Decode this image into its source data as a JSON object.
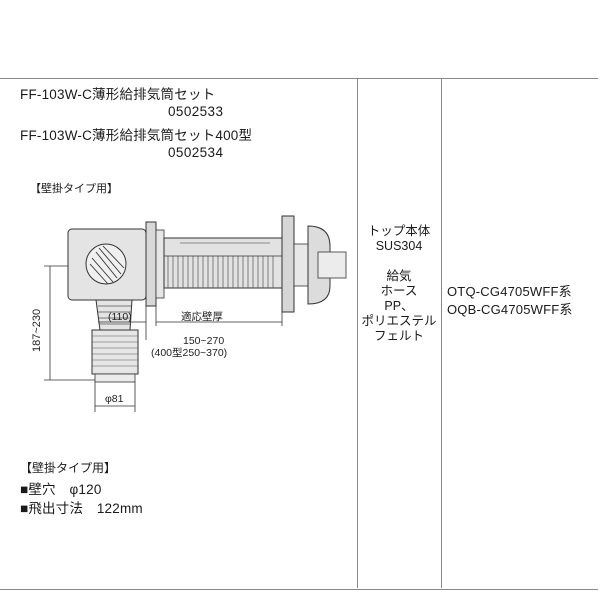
{
  "product": {
    "name_1": "FF-103W-C薄形給排気筒セット",
    "code_1": "0502533",
    "name_2": "FF-103W-C薄形給排気筒セット400型",
    "code_2": "0502534"
  },
  "drawing": {
    "label": "【壁掛タイプ用】",
    "dim_height": "187~230",
    "dim_110": "(110)",
    "dim_wall_label": "適応壁厚",
    "dim_wall_range": "150~270",
    "dim_wall_400": "(400型250~370)",
    "dim_phi81": "φ81"
  },
  "notes": {
    "heading": "【壁掛タイプ用】",
    "wall_hole": "■壁穴　φ120",
    "protrusion": "■飛出寸法　122mm"
  },
  "material": {
    "top_label": "トップ本体",
    "top_value": "SUS304",
    "hose_label_1": "給気",
    "hose_label_2": "ホース",
    "hose_value_1": "PP、",
    "hose_value_2": "ポリエステル",
    "hose_value_3": "フェルト"
  },
  "models": {
    "model_1": "OTQ-CG4705WFF系",
    "model_2": "OQB-CG4705WFF系"
  }
}
